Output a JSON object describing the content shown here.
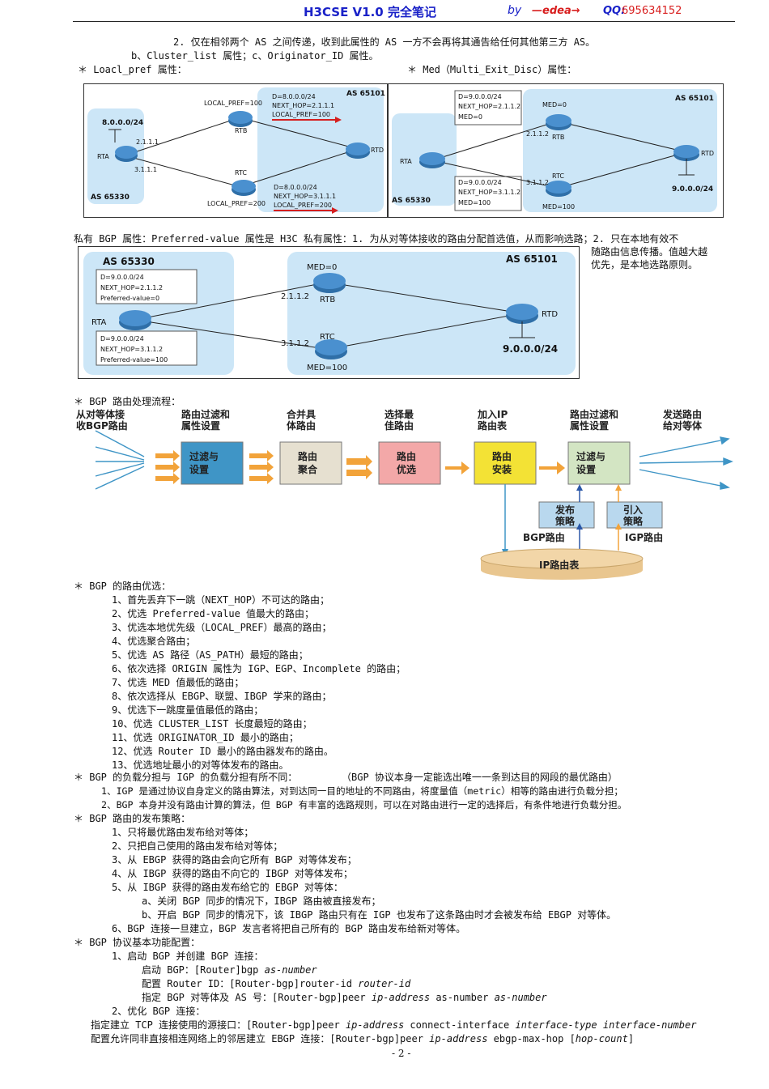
{
  "header": {
    "title": "H3CSE V1.0 完全笔记",
    "by": "by",
    "author": "—edea→",
    "qq_label": "QQ:",
    "qq_number": "695634152"
  },
  "intro": {
    "line1": "2. 仅在相邻两个 AS 之间传递，收到此属性的 AS 一方不会再将其通告给任何其他第三方 AS。",
    "line2": "b、Cluster_list 属性；c、Originator_ID 属性。",
    "local_pref_title": "＊ Loacl_pref 属性：",
    "med_title": "＊ Med（Multi_Exit_Disc）属性："
  },
  "fig_local_pref": {
    "as_left": "AS 65330",
    "as_right": "AS 65101",
    "prefix": "8.0.0.0/24",
    "rta": "RTA",
    "rtb": "RTB",
    "rtc": "RTC",
    "rtd": "RTD",
    "ip_b": "2.1.1.1",
    "ip_c": "3.1.1.1",
    "lp_b": "LOCAL_PREF=100",
    "lp_c": "LOCAL_PREF=200",
    "box_b": [
      "D=8.0.0.0/24",
      "NEXT_HOP=2.1.1.1",
      "LOCAL_PREF=100"
    ],
    "box_c": [
      "D=8.0.0.0/24",
      "NEXT_HOP=3.1.1.1",
      "LOCAL_PREF=200"
    ]
  },
  "fig_med": {
    "as_left": "AS 65330",
    "as_right": "AS 65101",
    "rta": "RTA",
    "rtb": "RTB",
    "rtc": "RTC",
    "rtd": "RTD",
    "ip_b": "2.1.1.2",
    "ip_c": "3.1.1.2",
    "med_b": "MED=0",
    "med_c": "MED=100",
    "prefix": "9.0.0.0/24",
    "box_b": [
      "D=9.0.0.0/24",
      "NEXT_HOP=2.1.1.2",
      "MED=0"
    ],
    "box_c": [
      "D=9.0.0.0/24",
      "NEXT_HOP=3.1.1.2",
      "MED=100"
    ]
  },
  "preferred": {
    "line1": "私有 BGP 属性：Preferred-value 属性是 H3C 私有属性：1. 为从对等体接收的路由分配首选值，从而影响选路；2. 只在本地有效不",
    "side1": "随路由信息传播。值越大越",
    "side2": "优先，是本地选路原则。"
  },
  "fig_pref": {
    "as_left": "AS 65330",
    "as_right": "AS 65101",
    "rta": "RTA",
    "rtb": "RTB",
    "rtc": "RTC",
    "rtd": "RTD",
    "ip_b": "2.1.1.2",
    "ip_c": "3.1.1.2",
    "med_b": "MED=0",
    "med_c": "MED=100",
    "prefix": "9.0.0.0/24",
    "box_b": [
      "D=9.0.0.0/24",
      "NEXT_HOP=2.1.1.2",
      "Preferred-value=0"
    ],
    "box_c": [
      "D=9.0.0.0/24",
      "NEXT_HOP=3.1.1.2",
      "Preferred-value=100"
    ]
  },
  "flow": {
    "title": "＊ BGP 路由处理流程：",
    "h1a": "从对等体接",
    "h1b": "收BGP路由",
    "h2a": "路由过滤和",
    "h2b": "属性设置",
    "h3a": "合并具",
    "h3b": "体路由",
    "h4a": "选择最",
    "h4b": "佳路由",
    "h5a": "加入IP",
    "h5b": "路由表",
    "h6a": "路由过滤和",
    "h6b": "属性设置",
    "h7a": "发送路由",
    "h7b": "给对等体",
    "b1a": "过滤与",
    "b1b": "设置",
    "b2a": "路由",
    "b2b": "聚合",
    "b3a": "路由",
    "b3b": "优选",
    "b4a": "路由",
    "b4b": "安装",
    "b5a": "过滤与",
    "b5b": "设置",
    "p1a": "发布",
    "p1b": "策略",
    "p2a": "引入",
    "p2b": "策略",
    "bgp_route": "BGP路由",
    "igp_route": "IGP路由",
    "ip_table": "IP路由表",
    "colors": {
      "filter": "#3f95c6",
      "merge": "#e6e0d0",
      "select": "#f3a8a8",
      "install": "#f3e235",
      "filter2": "#d3e5c3",
      "policy": "#b9d8ee",
      "disk": "#f2d6a8"
    }
  },
  "selection": {
    "title": "＊ BGP 的路由优选：",
    "items": [
      "1、首先丢弃下一跳（NEXT_HOP）不可达的路由；",
      "2、优选 Preferred-value 值最大的路由；",
      "3、优选本地优先级（LOCAL_PREF）最高的路由；",
      "4、优选聚合路由；",
      "5、优选 AS 路径（AS_PATH）最短的路由；",
      "6、依次选择 ORIGIN 属性为 IGP、EGP、Incomplete 的路由；",
      "7、优选 MED 值最低的路由；",
      "8、依次选择从 EBGP、联盟、IBGP 学来的路由；",
      "9、优选下一跳度量值最低的路由；",
      "10、优选 CLUSTER_LIST 长度最短的路由；",
      "11、优选 ORIGINATOR_ID 最小的路由；",
      "12、优选 Router ID 最小的路由器发布的路由。",
      "13、优选地址最小的对等体发布的路由。"
    ]
  },
  "loadshare": {
    "title": "＊ BGP 的负载分担与 IGP 的负载分担有所不同：",
    "note": "（BGP 协议本身一定能选出唯一一条到达目的网段的最优路由）",
    "l1": "1、IGP 是通过协议自身定义的路由算法，对到达同一目的地址的不同路由，将度量值（metric）相等的路由进行负载分担；",
    "l2": "2、BGP 本身并没有路由计算的算法，但 BGP 有丰富的选路规则，可以在对路由进行一定的选择后，有条件地进行负载分担。"
  },
  "publish": {
    "title": "＊ BGP 路由的发布策略：",
    "items": [
      "1、只将最优路由发布给对等体；",
      "2、只把自己使用的路由发布给对等体；",
      "3、从 EBGP 获得的路由会向它所有 BGP 对等体发布；",
      "4、从 IBGP 获得的路由不向它的 IBGP 对等体发布；",
      "5、从 IBGP 获得的路由发布给它的 EBGP 对等体："
    ],
    "sub_a": "a、关闭 BGP 同步的情况下，IBGP 路由被直接发布；",
    "sub_b": "b、开启 BGP 同步的情况下，该 IBGP 路由只有在 IGP 也发布了这条路由时才会被发布给 EBGP 对等体。",
    "item6": "6、BGP 连接一旦建立，BGP 发言者将把自己所有的 BGP 路由发布给新对等体。"
  },
  "config": {
    "title": "＊ BGP 协议基本功能配置：",
    "s1": "1、启动 BGP 并创建 BGP 连接：",
    "c1a": "启动 BGP：[Router]bgp ",
    "c1b": "as-number",
    "c2a": "配置 Router ID：[Router-bgp]router-id ",
    "c2b": "router-id",
    "c3a": "指定 BGP 对等体及 AS 号：[Router-bgp]peer ",
    "c3b": "ip-address",
    "c3c": " as-number ",
    "c3d": "as-number",
    "s2": "2、优化 BGP 连接：",
    "c4a": "指定建立 TCP 连接使用的源接口：[Router-bgp]peer ",
    "c4b": "ip-address",
    "c4c": " connect-interface ",
    "c4d": "interface-type interface-number",
    "c5a": "配置允许同非直接相连网络上的邻居建立 EBGP 连接：[Router-bgp]peer ",
    "c5b": "ip-address",
    "c5c": " ebgp-max-hop [",
    "c5d": "hop-count",
    "c5e": "]"
  },
  "page_number": "- 2 -"
}
